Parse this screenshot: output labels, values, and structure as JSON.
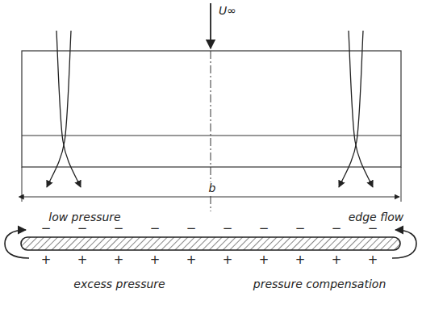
{
  "diagram": {
    "labels": [
      "U∞",
      "b",
      "low pressure",
      "edge flow",
      "excess pressure",
      "pressure compensation",
      "−",
      "−",
      "−",
      "−",
      "−",
      "−",
      "−",
      "−",
      "−",
      "−",
      "+",
      "+",
      "+",
      "+",
      "+",
      "+",
      "+",
      "+",
      "+",
      "+"
    ]
  }
}
